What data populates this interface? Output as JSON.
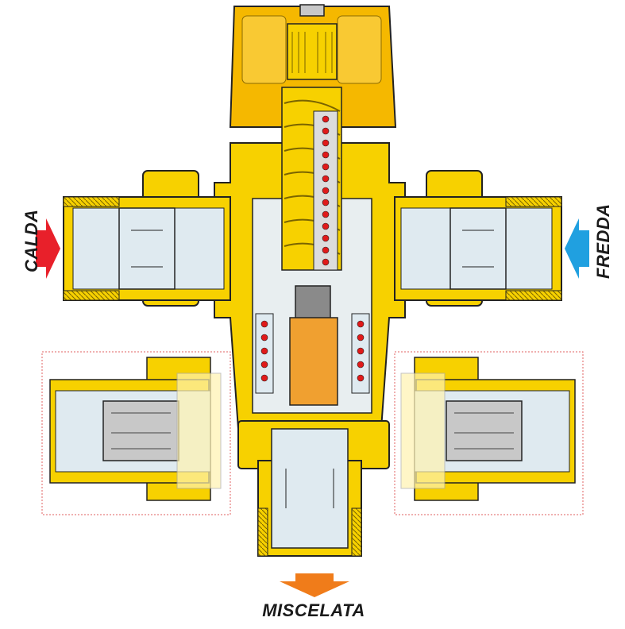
{
  "labels": {
    "hot_inlet": "CALDA",
    "cold_inlet": "FREDDA",
    "mixed_outlet": "MISCELATA"
  },
  "colors": {
    "brass": "#f7d100",
    "brass_dark": "#c9a400",
    "cap": "#f5b800",
    "glass": "#dfeaf0",
    "steel": "#c8c8c8",
    "spring_dot": "#e01a1a",
    "hot_arrow": "#e8202a",
    "cold_arrow": "#20a0e0",
    "mix_arrow": "#f07c1a",
    "inset_border": "#e06060"
  }
}
